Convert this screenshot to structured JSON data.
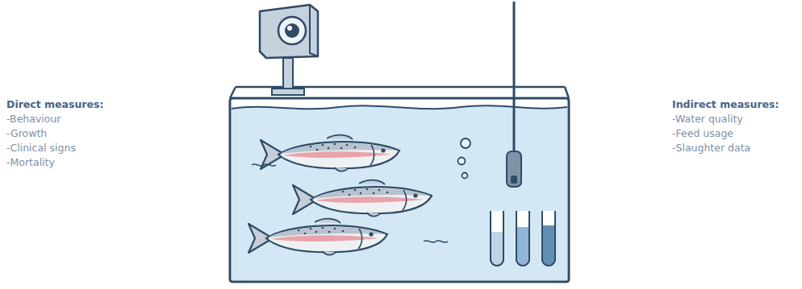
{
  "diagram": {
    "labels": [
      "Direct measures:",
      "-Behaviour",
      "-Growth",
      "-Clinical signs",
      "-Mortality",
      "Indirect measures:",
      "-Water quality",
      "-Feed usage",
      "-Slaughter data"
    ]
  }
}
